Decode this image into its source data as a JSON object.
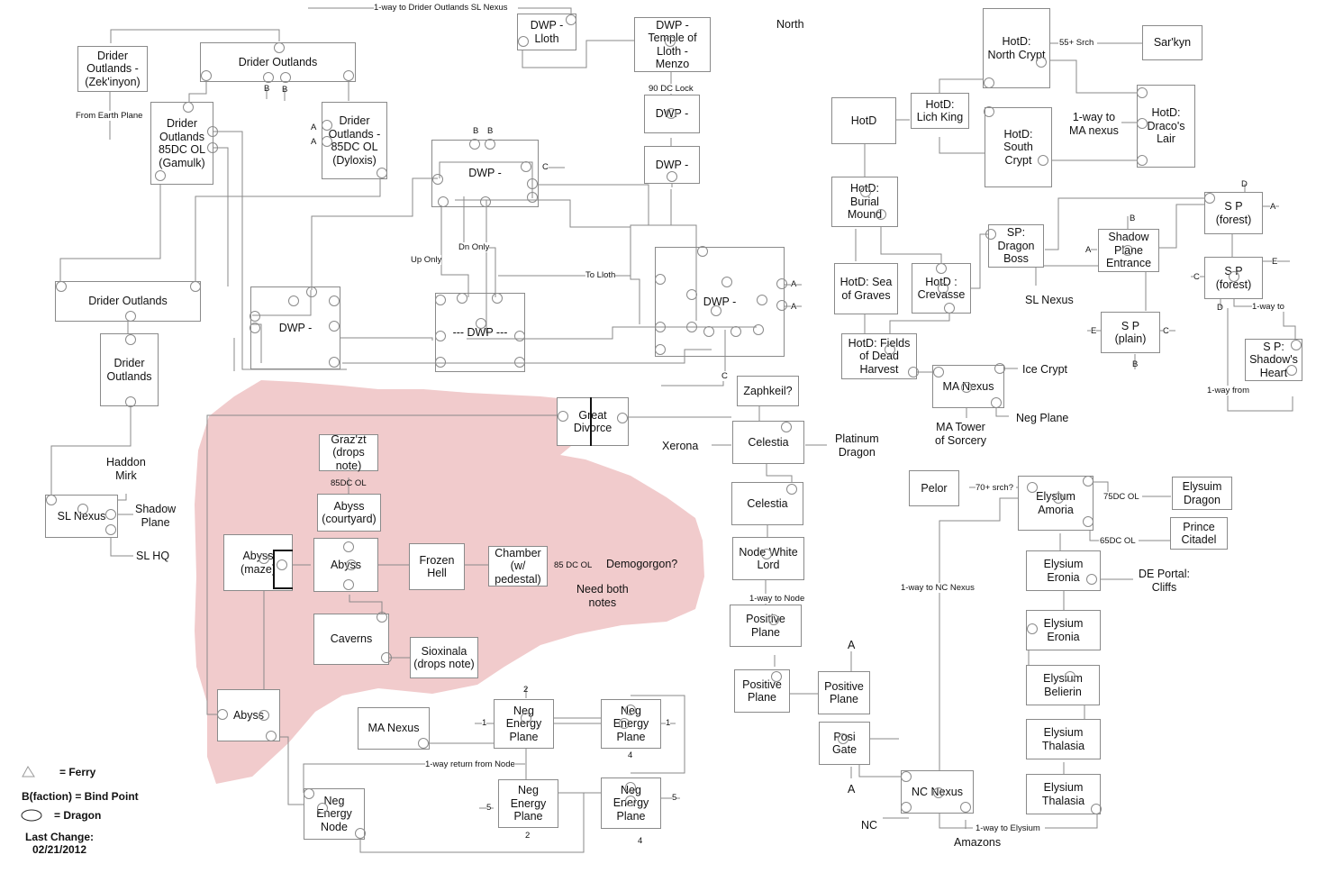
{
  "map": {
    "compass": "North",
    "nodes": {
      "drider_zek": "Drider\nOutlands -\n(Zek'inyon)",
      "drider_top": "Drider Outlands",
      "drider_gamulk": "Drider\nOutlands\n85DC OL\n(Gamulk)",
      "drider_dyloxis": "Drider\nOutlands -\n85DC OL\n(Dyloxis)",
      "drider_mid": "Drider Outlands",
      "drider_low": "Drider\nOutlands",
      "sl_nexus": "SL Nexus",
      "dwp_lloth": "DWP -\nLloth",
      "dwp_temple": "DWP -\nTemple of\nLloth -\nMenzo",
      "dwp_a": "DWP -",
      "dwp_b": "DWP -",
      "dwp_c": "DWP -",
      "dwp_d": "DWP -",
      "dwp_e": "--- DWP ---",
      "dwp_f": "DWP -",
      "great_divorce": "Great\nDivorce",
      "grazzt": "Graz'zt\n(drops\nnote)",
      "abyss_courtyard": "Abyss\n(courtyard)",
      "abyss_maze": "Abyss\n(maze)",
      "abyss": "Abyss",
      "frozen_hell": "Frozen\nHell",
      "chamber": "Chamber\n(w/\npedestal)",
      "caverns": "Caverns",
      "sioxinala": "Sioxinala\n(drops note)",
      "abyss_low": "Abyss",
      "ma_nexus_low": "MA Nexus",
      "neg_node": "Neg\nEnergy\nNode",
      "neg1": "Neg\nEnergy\nPlane",
      "neg2": "Neg\nEnergy\nPlane",
      "neg3": "Neg\nEnergy\nPlane",
      "neg4": "Neg\nEnergy\nPlane",
      "zaphkeil": "Zaphkeil?",
      "celestia1": "Celestia",
      "celestia2": "Celestia",
      "node_white": "Node White\nLord",
      "positive1": "Positive\nPlane",
      "positive2": "Positive\nPlane",
      "positive3": "Positive\nPlane",
      "posi_gate": "Posi\nGate",
      "nc_nexus": "NC Nexus",
      "hotd": "HotD",
      "hotd_lich": "HotD:\nLich King",
      "hotd_north": "HotD:\nNorth Crypt",
      "hotd_south": "HotD:\nSouth\nCrypt",
      "hotd_draco": "HotD:\nDraco's\nLair",
      "sarkyn": "Sar'kyn",
      "hotd_burial": "HotD:\nBurial\nMound",
      "hotd_sea": "HotD: Sea\nof Graves",
      "hotd_crevasse": "HotD :\nCrevasse",
      "hotd_fields": "HotD: Fields\nof Dead\nHarvest",
      "ma_nexus": "MA Nexus",
      "sp_dragon": "SP:\nDragon\nBoss",
      "shadow_entrance": "Shadow\nPlane\nEntrance",
      "sp_forest1": "S P\n(forest)",
      "sp_forest2": "S P\n(forest)",
      "sp_plain": "S P\n(plain)",
      "sp_heart": "S P:\nShadow's\nHeart",
      "pelor": "Pelor",
      "elysium_amoria": "Elysium\nAmoria",
      "elysium_dragon": "Elysuim\nDragon",
      "prince_citadel": "Prince\nCitadel",
      "elysium_eronia1": "Elysium\nEronia",
      "elysium_eronia2": "Elysium\nEronia",
      "elysium_belierin": "Elysium\nBelierin",
      "elysium_thalasia1": "Elysium\nThalasia",
      "elysium_thalasia2": "Elysium\nThalasia"
    },
    "labels": {
      "oneway_drider_sl": "1-way to  Drider Outlands SL Nexus",
      "from_earth": "From Earth Plane",
      "b1": "B",
      "b2": "B",
      "b3": "B",
      "b4": "B",
      "a1": "A",
      "a2": "A",
      "c1": "C",
      "dn_only": "Dn Only",
      "up_only": "Up Only",
      "to_lloth": "To Lloth",
      "dc_lock": "90 DC Lock",
      "a3": "A",
      "a4": "A",
      "c2": "C",
      "haddon": "Haddon\nMirk",
      "shadow_plane": "Shadow\nPlane",
      "sl_hq": "SL HQ",
      "dc85": "85DC OL",
      "dc85b": "85 DC OL",
      "demogorgon": "Demogorgon?",
      "need_notes": "Need both\nnotes",
      "xerona": "Xerona",
      "platinum": "Platinum\nDragon",
      "oneway_node": "1-way to Node",
      "oneway_return": "1-way return from Node",
      "n2a": "2",
      "n1a": "1",
      "n1b": "1",
      "n4a": "4",
      "n5a": "5",
      "n5b": "5",
      "n2b": "2",
      "n4b": "4",
      "a5": "A",
      "a6": "A",
      "nc": "NC",
      "amazons": "Amazons",
      "oneway_elysium": "1-way to Elysium",
      "oneway_nc": "1-way to NC Nexus",
      "srch70": "70+ srch?",
      "dc75": "75DC OL",
      "dc65": "65DC OL",
      "de_portal": "DE Portal:\nCliffs",
      "srch55": "55+ Srch",
      "oneway_ma": "1-way to\nMA nexus",
      "ice_crypt": "Ice Crypt",
      "neg_plane": "Neg Plane",
      "ma_tower": "MA Tower\nof Sorcery",
      "sl_nexus_lbl": "SL Nexus",
      "d1": "D",
      "d2": "D",
      "a7": "A",
      "a8": "A",
      "b5": "B",
      "b6": "B",
      "c3": "C",
      "c4": "C",
      "e1": "E",
      "e2": "E",
      "oneway_to": "1-way to",
      "oneway_from": "1-way from"
    },
    "legend": {
      "ferry": "= Ferry",
      "bind": "B(faction) = Bind Point",
      "dragon": "= Dragon",
      "last_change": "Last Change:\n02/21/2012"
    },
    "colors": {
      "abyss_region": "#f1cbcc",
      "line": "#8a8a8a"
    }
  }
}
